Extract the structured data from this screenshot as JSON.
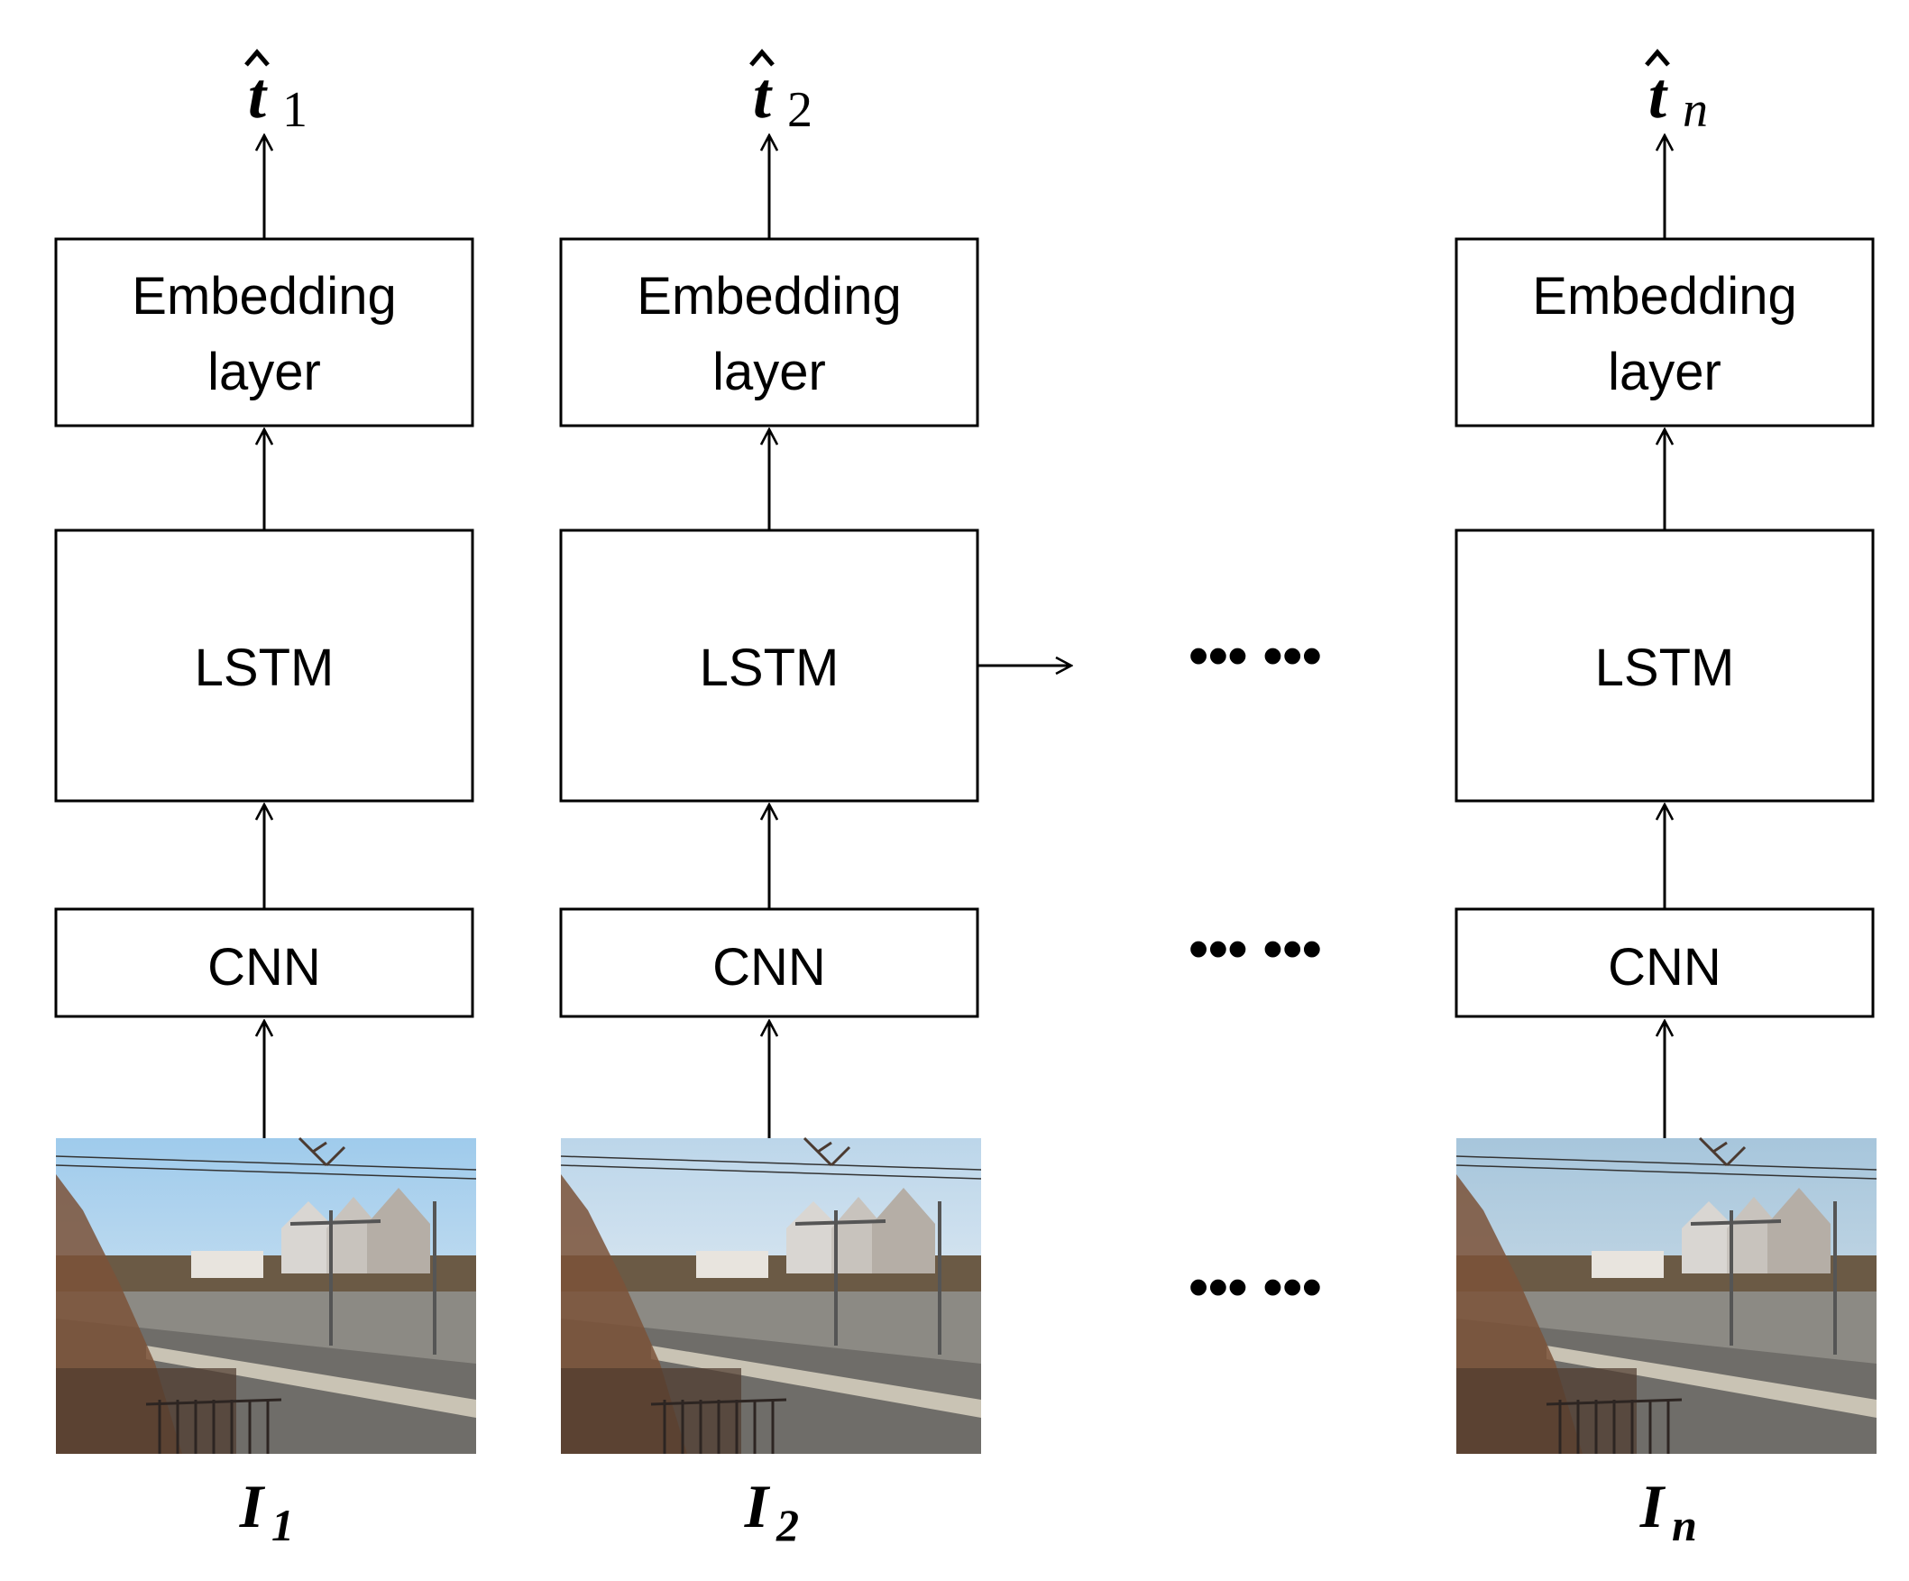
{
  "columns": [
    {
      "output": {
        "base": "t",
        "sub": "1"
      },
      "embedding": {
        "line1": "Embedding",
        "line2": "layer"
      },
      "lstm": "LSTM",
      "cnn": "CNN",
      "input": {
        "base": "I",
        "sub": "1"
      }
    },
    {
      "output": {
        "base": "t",
        "sub": "2"
      },
      "embedding": {
        "line1": "Embedding",
        "line2": "layer"
      },
      "lstm": "LSTM",
      "cnn": "CNN",
      "input": {
        "base": "I",
        "sub": "2"
      }
    },
    {
      "output": {
        "base": "t",
        "sub": "n"
      },
      "embedding": {
        "line1": "Embedding",
        "line2": "layer"
      },
      "lstm": "LSTM",
      "cnn": "CNN",
      "input": {
        "base": "I",
        "sub": "n"
      }
    }
  ],
  "ellipsis": {
    "lstm_row": "•••  •••",
    "cnn_row": "•••  •••",
    "image_row": "•••  •••"
  },
  "images": [
    {
      "icon": "street-scene-photo",
      "sky": "#a9d0ec"
    },
    {
      "icon": "street-scene-photo",
      "sky": "#c8dceb"
    },
    {
      "icon": "street-scene-photo",
      "sky": "#b6cfe0"
    }
  ]
}
